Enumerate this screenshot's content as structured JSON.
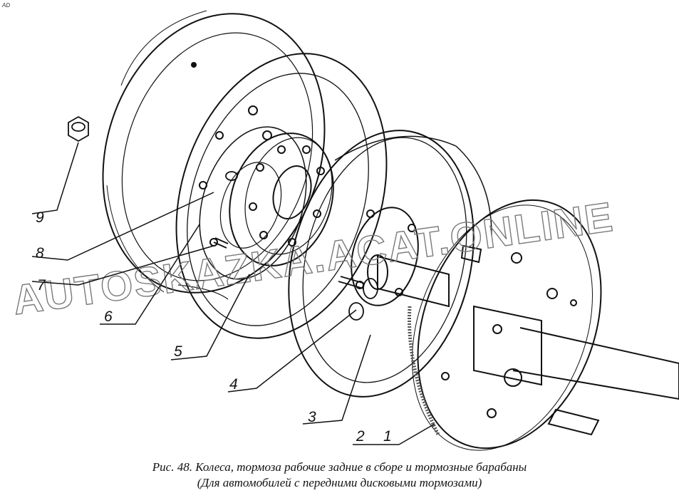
{
  "corner_mark": "AD",
  "watermark": "AUTOSKAZKA.ACAT.ONLINE",
  "callouts": [
    {
      "id": "1",
      "label": "1"
    },
    {
      "id": "2",
      "label": "2"
    },
    {
      "id": "3",
      "label": "3"
    },
    {
      "id": "4",
      "label": "4"
    },
    {
      "id": "5",
      "label": "5"
    },
    {
      "id": "6",
      "label": "6"
    },
    {
      "id": "7",
      "label": "7"
    },
    {
      "id": "8",
      "label": "8"
    },
    {
      "id": "9",
      "label": "9"
    }
  ],
  "caption": {
    "line1": "Рис. 48. Колеса, тормоза рабочие задние в сборе и тормозные барабаны",
    "line2": "(Для автомобилей с передними дисковыми тормозами)"
  }
}
